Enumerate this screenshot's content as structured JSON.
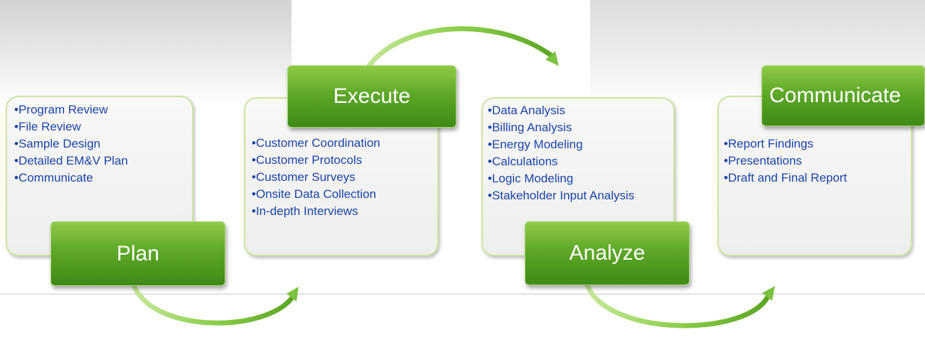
{
  "stages": [
    {
      "label": "Plan",
      "items": [
        "•Program Review",
        "•File Review",
        "•Sample Design",
        "•Detailed EM&V Plan",
        "•Communicate"
      ]
    },
    {
      "label": "Execute",
      "items": [
        "•Customer Coordination",
        "•Customer Protocols",
        "•Customer Surveys",
        "•Onsite Data Collection",
        "•In-depth Interviews"
      ]
    },
    {
      "label": "Analyze",
      "items": [
        "•Data Analysis",
        "•Billing Analysis",
        "•Energy Modeling",
        "•Calculations",
        "•Logic Modeling",
        "•Stakeholder Input Analysis"
      ]
    },
    {
      "label": "Communicate",
      "items": [
        "•Report Findings",
        "•Presentations",
        "•Draft and Final Report"
      ]
    }
  ],
  "colors": {
    "label_green": "#5fa828",
    "bullet_text": "#1a43a8",
    "arrow_green": "#7cc242"
  }
}
